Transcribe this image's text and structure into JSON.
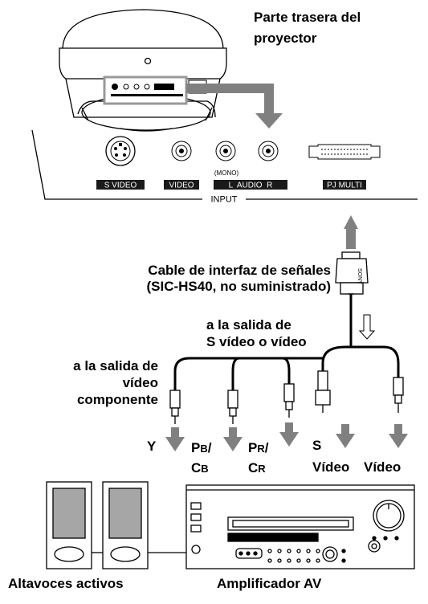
{
  "projector": {
    "title_line1": "Parte trasera del",
    "title_line2": "proyector"
  },
  "panel": {
    "jack_labels": [
      "S VIDEO",
      "VIDEO",
      "L  AUDIO  R",
      "PJ MULTI"
    ],
    "mono_label": "(MONO)",
    "input_label": "INPUT"
  },
  "cable": {
    "line1": "Cable de interfaz de señales",
    "line2": "(SIC-HS40, no suministrado)",
    "connector_brand": "SONY"
  },
  "outputs": {
    "s_video_out_line1": "a la salida de",
    "s_video_out_line2": "S vídeo o vídeo",
    "component_out_line1": "a la salida de",
    "component_out_line2": "vídeo",
    "component_out_line3": "componente"
  },
  "signals": {
    "y": "Y",
    "pb_main": "P",
    "pb_sub": "B",
    "pb_slash": "/",
    "cb_main": "C",
    "cb_sub": "B",
    "pr_main": "P",
    "pr_sub": "R",
    "pr_slash": "/",
    "cr_main": "C",
    "cr_sub": "R",
    "s_line1": "S",
    "s_line2": "Vídeo",
    "video": "Vídeo"
  },
  "devices": {
    "speakers": "Altavoces activos",
    "amplifier": "Amplificador AV"
  },
  "colors": {
    "line": "#000000",
    "arrow": "#808080",
    "speaker_panel": "#a6a6a6",
    "label_bg": "#1a1a1a"
  }
}
